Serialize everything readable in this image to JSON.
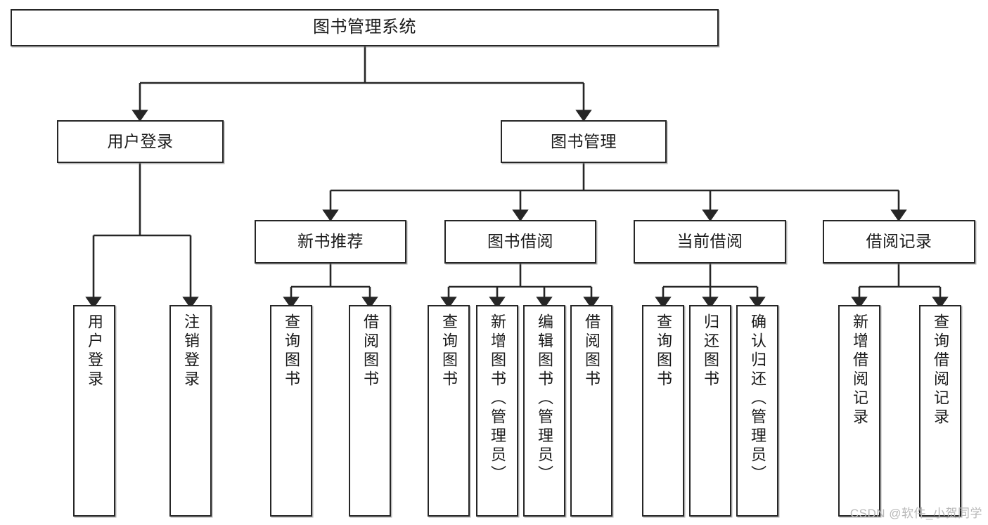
{
  "diagram": {
    "title": "图书管理系统",
    "type": "tree",
    "watermark": "CSDN @软件_小贺同学",
    "colors": {
      "box_border": "#262626",
      "box_fill": "#ffffff",
      "connector": "#262626",
      "text": "#1a1a1a",
      "watermark": "#b8b8b8"
    },
    "nodes": {
      "root": {
        "label": "图书管理系统",
        "level": 1
      },
      "l2": [
        {
          "label": "用户登录",
          "level": 2
        },
        {
          "label": "图书管理",
          "level": 2
        }
      ],
      "l3": [
        {
          "label": "新书推荐",
          "level": 3
        },
        {
          "label": "图书借阅",
          "level": 3
        },
        {
          "label": "当前借阅",
          "level": 3
        },
        {
          "label": "借阅记录",
          "level": 3
        }
      ],
      "leaves_user_login": [
        {
          "label": "用户登录",
          "level": 3
        },
        {
          "label": "注销登录",
          "level": 3
        }
      ],
      "leaves_new_book": [
        {
          "label": "查询图书",
          "level": 4
        },
        {
          "label": "借阅图书",
          "level": 4
        }
      ],
      "leaves_borrow": [
        {
          "label": "查询图书",
          "level": 4
        },
        {
          "label": "新增图书（管理员）",
          "level": 4
        },
        {
          "label": "编辑图书（管理员）",
          "level": 4
        },
        {
          "label": "借阅图书",
          "level": 4
        }
      ],
      "leaves_current": [
        {
          "label": "查询图书",
          "level": 4
        },
        {
          "label": "归还图书",
          "level": 4
        },
        {
          "label": "确认归还（管理员）",
          "level": 4
        }
      ],
      "leaves_record": [
        {
          "label": "新增借阅记录",
          "level": 4
        },
        {
          "label": "查询借阅记录",
          "level": 4
        }
      ]
    }
  }
}
